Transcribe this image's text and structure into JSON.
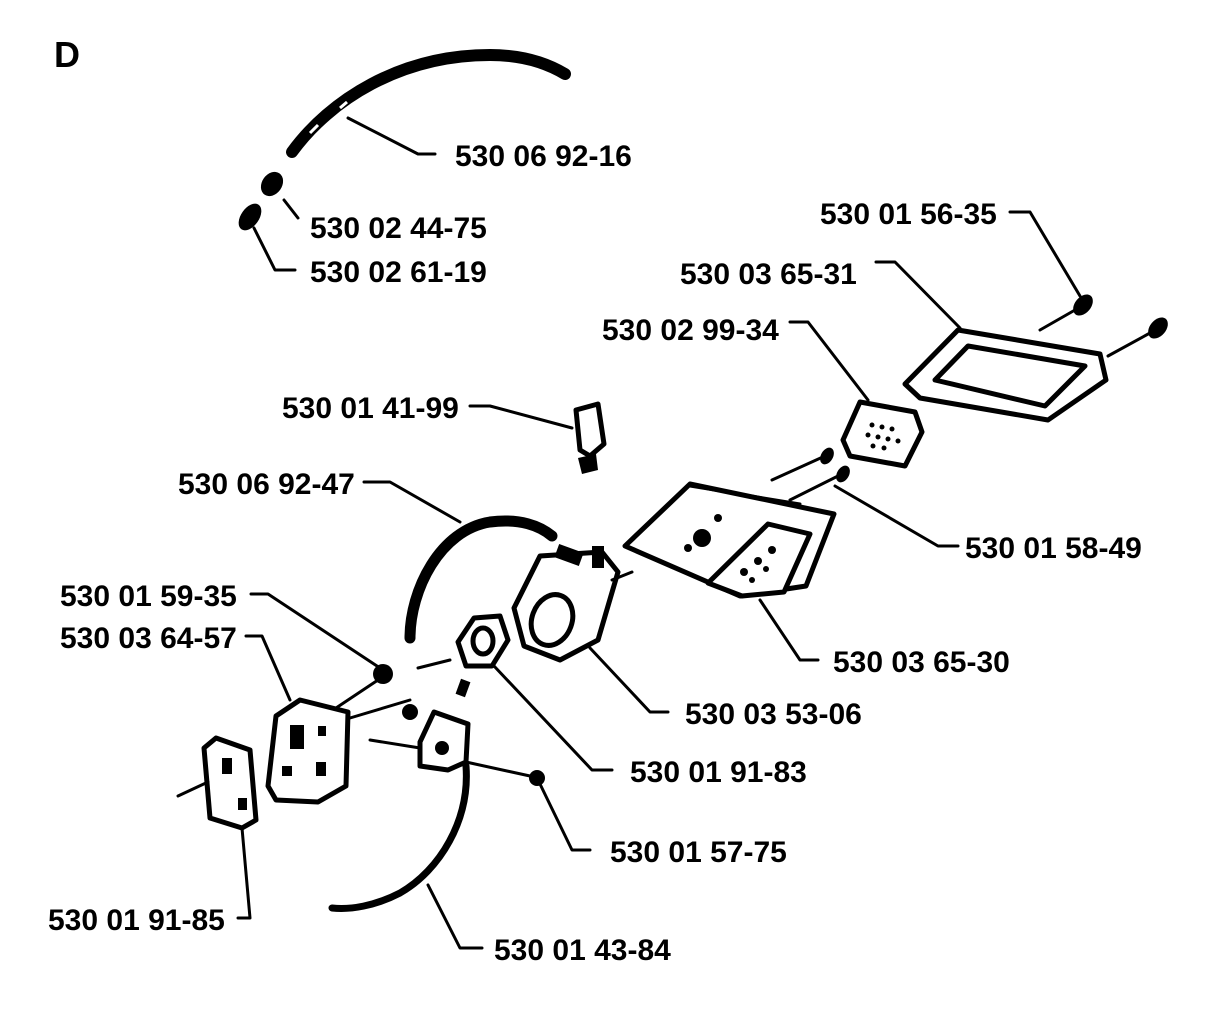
{
  "section_letter": "D",
  "part_numbers": {
    "fuel_line": "530 06 92-16",
    "filter_a": "530 02 44-75",
    "filter_b": "530 02 61-19",
    "screw_1": "530 01 56-35",
    "cover": "530 03 65-31",
    "air_filter": "530 02 99-34",
    "primer": "530 01 41-99",
    "tube": "530 06 92-47",
    "screw_2": "530 01 58-49",
    "screw_3": "530 01 59-35",
    "housing": "530 03 65-30",
    "plate": "530 03 64-57",
    "carburetor": "530 03 53-06",
    "gasket_1": "530 01 91-83",
    "screw_4": "530 01 57-75",
    "gasket_2": "530 01 91-85",
    "cable": "530 01 43-84"
  }
}
